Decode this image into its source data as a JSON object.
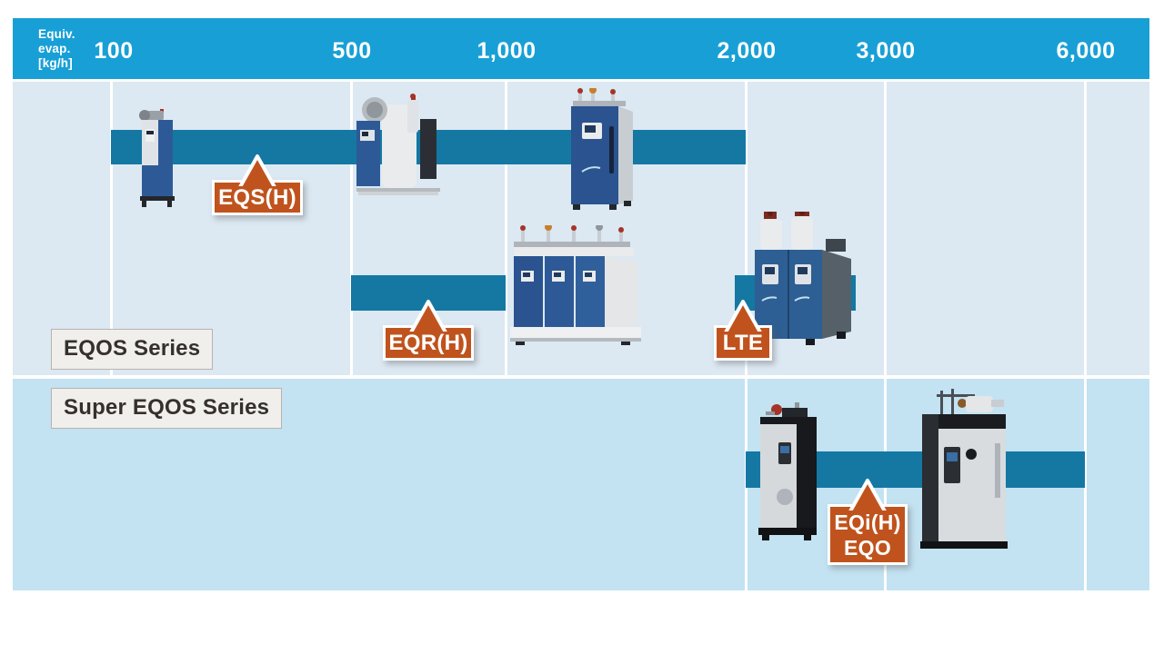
{
  "chart_data": {
    "type": "bar",
    "subtype": "horizontal-range-product-lineup",
    "title": "",
    "xlabel": "Equiv. evap. [kg/h]",
    "axis_ticks": [
      "100",
      "500",
      "1,000",
      "2,000",
      "3,000",
      "6,000"
    ],
    "axis_tick_values": [
      100,
      500,
      1000,
      2000,
      3000,
      6000
    ],
    "axis_scale": "nonlinear-segmented",
    "grid": true,
    "legend_position": "none",
    "groups": [
      "EQOS Series",
      "Super EQOS Series"
    ],
    "series": [
      {
        "name": "EQS(H)",
        "group": "EQOS Series",
        "range_kg_h": [
          100,
          2000
        ]
      },
      {
        "name": "EQR(H)",
        "group": "EQOS Series",
        "range_kg_h": [
          500,
          1000
        ]
      },
      {
        "name": "LTE",
        "group": "EQOS Series",
        "range_kg_h": [
          1950,
          2800
        ]
      },
      {
        "name": "EQi(H) EQO",
        "group": "Super EQOS Series",
        "range_kg_h": [
          2000,
          6000
        ]
      }
    ],
    "bar_color": "#1478a3"
  },
  "header": {
    "unit_lines": [
      "Equiv.",
      "evap.",
      "[kg/h]"
    ],
    "ticks": [
      "100",
      "500",
      "1,000",
      "2,000",
      "3,000",
      "6,000"
    ]
  },
  "sections": {
    "eqos": {
      "label": "EQOS Series"
    },
    "super_eqos": {
      "label": "Super EQOS Series"
    }
  },
  "products": {
    "eqs": {
      "label": "EQS(H)"
    },
    "eqr": {
      "label": "EQR(H)"
    },
    "lte": {
      "label": "LTE"
    },
    "eqi": {
      "line1": "EQi(H)",
      "line2": "EQO"
    }
  },
  "boiler_images": [
    "eqs-compact-boiler",
    "eqs-large-boiler",
    "eq-single-boiler",
    "eq-triple-module-boiler",
    "lte-twin-boiler",
    "eqi-compact-boiler",
    "eqo-large-boiler"
  ],
  "colors": {
    "header_blue": "#18a0d6",
    "bar_teal": "#1478a3",
    "label_orange": "#c0531d",
    "section_top_bg": "#dce8f2",
    "section_bottom_bg": "#c3e2f2",
    "gridline": "#ffffff",
    "series_label_bg": "#f1efec",
    "series_label_text": "#35302c"
  }
}
